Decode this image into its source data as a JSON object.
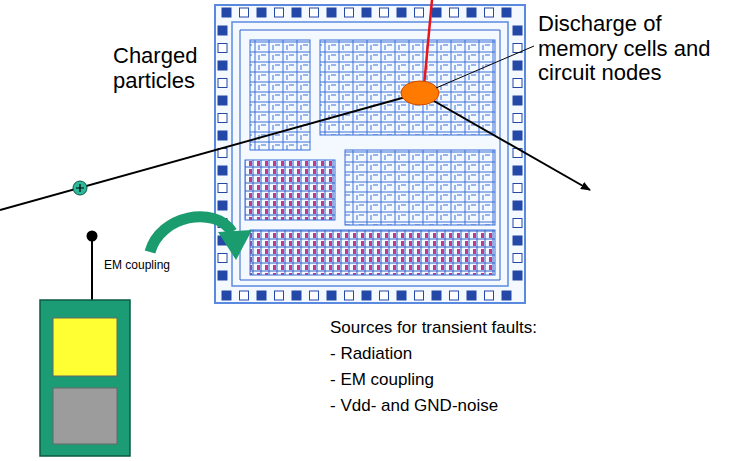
{
  "diagram": {
    "labels": [
      "Charged particles",
      "Discharge of memory cells and circuit nodes",
      "EM coupling",
      "Sources for transient faults:",
      "- Radiation",
      "- EM coupling",
      "- Vdd- and GND-noise"
    ]
  }
}
